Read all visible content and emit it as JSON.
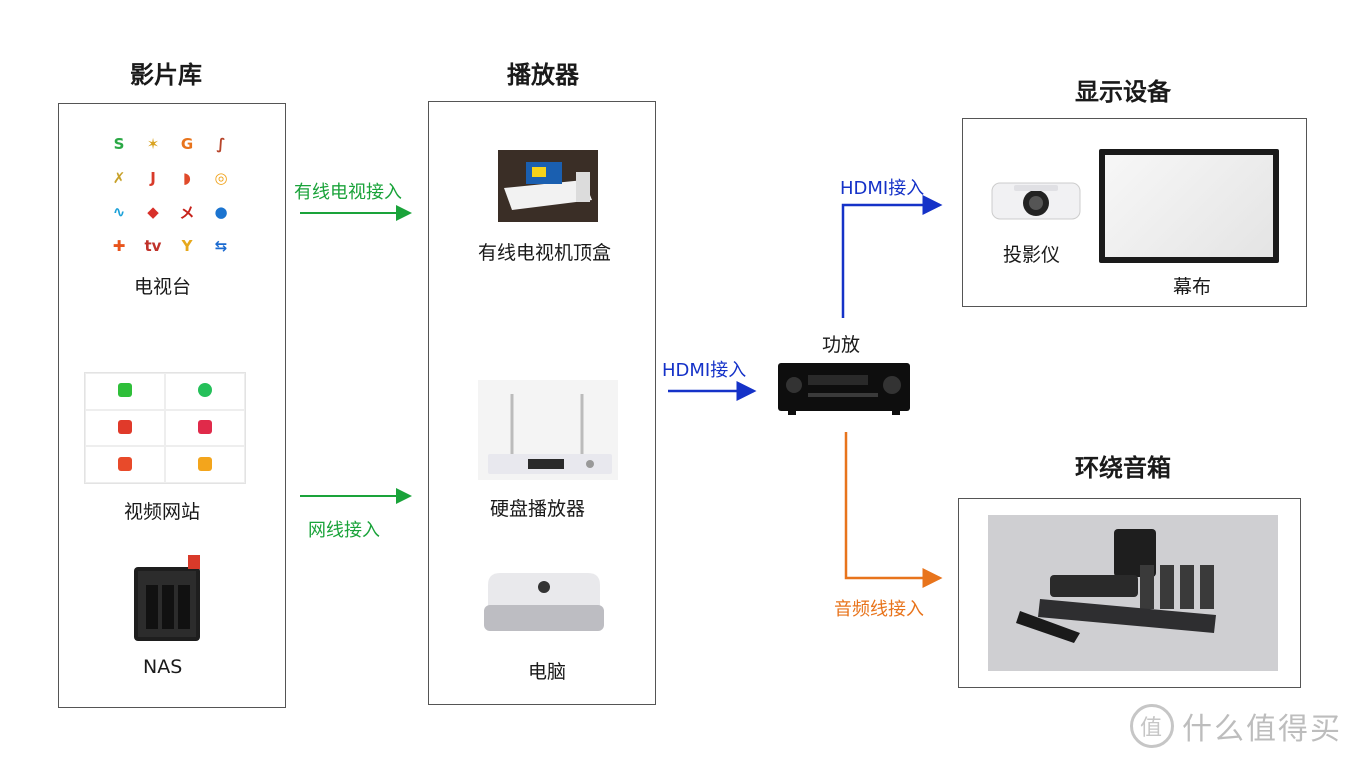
{
  "columns": {
    "library": {
      "title": "影片库",
      "tv": "电视台",
      "video_sites": "视频网站",
      "nas": "NAS"
    },
    "player": {
      "title": "播放器",
      "stb": "有线电视机顶盒",
      "hdd": "硬盘播放器",
      "pc": "电脑"
    },
    "amp": {
      "label": "功放"
    },
    "display": {
      "title": "显示设备",
      "projector": "投影仪",
      "screen": "幕布"
    },
    "surround": {
      "title": "环绕音箱"
    }
  },
  "connections": {
    "cable_tv": {
      "label": "有线电视接入",
      "color": "#1aa33a"
    },
    "network": {
      "label": "网线接入",
      "color": "#1aa33a"
    },
    "hdmi_amp": {
      "label": "HDMI接入",
      "color": "#1532c8"
    },
    "hdmi_display": {
      "label": "HDMI接入",
      "color": "#1532c8"
    },
    "audio": {
      "label": "音频线接入",
      "color": "#e8741c"
    }
  },
  "tv_logos": [
    {
      "icon": "tv-station-logo-icon",
      "char": "S",
      "color": "#2aa845"
    },
    {
      "icon": "tv-station-logo-icon",
      "char": "✶",
      "color": "#d9a21f"
    },
    {
      "icon": "tv-station-logo-icon",
      "char": "G",
      "color": "#e8741c"
    },
    {
      "icon": "tv-station-logo-icon",
      "char": "∫",
      "color": "#b7452b"
    },
    {
      "icon": "tv-station-logo-icon",
      "char": "✗",
      "color": "#c7a12a"
    },
    {
      "icon": "tv-station-logo-icon",
      "char": "J",
      "color": "#d83a2a"
    },
    {
      "icon": "tv-station-logo-icon",
      "char": "◗",
      "color": "#e04a2a"
    },
    {
      "icon": "tv-station-logo-icon",
      "char": "◎",
      "color": "#f0a21a"
    },
    {
      "icon": "tv-station-logo-icon",
      "char": "∿",
      "color": "#1aa0d8"
    },
    {
      "icon": "tv-station-logo-icon",
      "char": "◆",
      "color": "#d8302a"
    },
    {
      "icon": "tv-station-logo-icon",
      "char": "メ",
      "color": "#c6221a"
    },
    {
      "icon": "tv-station-logo-icon",
      "char": "●",
      "color": "#1b74d0"
    },
    {
      "icon": "tv-station-logo-icon",
      "char": "✚",
      "color": "#e8541c"
    },
    {
      "icon": "tv-station-logo-icon",
      "char": "tv",
      "color": "#c0322a"
    },
    {
      "icon": "tv-station-logo-icon",
      "char": "Y",
      "color": "#e6a81c"
    },
    {
      "icon": "tv-station-logo-icon",
      "char": "⇆",
      "color": "#1a6ad0"
    }
  ],
  "video_site_icons": [
    {
      "icon": "iqiyi-icon",
      "color": "#2fbf3a"
    },
    {
      "icon": "tencent-video-icon",
      "color": "#25c05a"
    },
    {
      "icon": "sohu-video-icon",
      "color": "#e03a2a"
    },
    {
      "icon": "youku-video-icon",
      "color": "#e02a4a"
    },
    {
      "icon": "mango-tv-icon",
      "color": "#e84a2a"
    },
    {
      "icon": "mgtv-icon",
      "color": "#f3a51c"
    }
  ],
  "watermark": {
    "text": "什么值得买",
    "symbol": "值"
  }
}
